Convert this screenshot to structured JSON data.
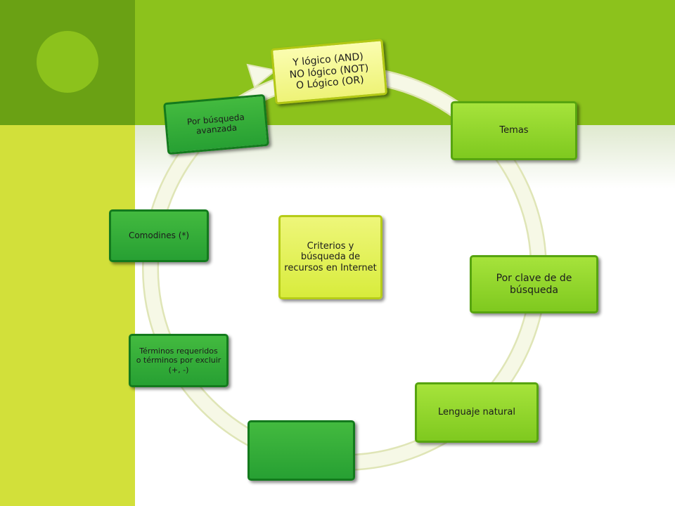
{
  "center": {
    "label": "Criterios y\nbúsqueda de\nrecursos en Internet"
  },
  "nodes": {
    "logic_operators": "Y lógico (AND)\nNO lógico (NOT)\nO Lógico (OR)",
    "topics": "Temas",
    "keyword_search": "Por clave de de\nbúsqueda",
    "natural_language": "Lenguaje natural",
    "blank": "",
    "required_terms": "Términos requeridos\no términos por excluir\n(+, -)",
    "wildcards": "Comodines (*)",
    "advanced_search": "Por  búsqueda\navanzada"
  },
  "colors": {
    "top_band": "#8cc21c",
    "top_corner": "#6aa114",
    "left_band": "#d2e03a",
    "ring": "#f3f6e0",
    "node_yellow": "#eef377",
    "node_lime": "#8fd62a",
    "node_green": "#2fa83a"
  }
}
